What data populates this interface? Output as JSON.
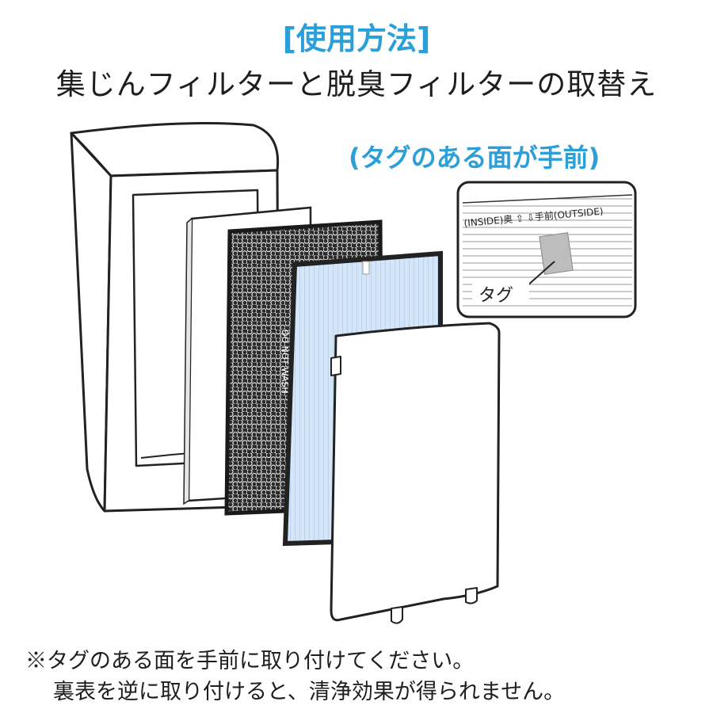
{
  "heading": "[使用方法]",
  "subheading": "集じんフィルターと脱臭フィルターの取替え",
  "tag_note": "(タグのある面が手前)",
  "callout": {
    "orientation_label": "(INSIDE)奥 ⇧ ⇩手前(OUTSIDE)",
    "tag_label": "タグ"
  },
  "carbon_filter_print": "DO NOT WASH",
  "notes": {
    "line1": "※タグのある面を手前に取り付けてください。",
    "line2": "裏表を逆に取り付けると、清浄効果が得られません。"
  },
  "colors": {
    "accent": "#2a9fd8",
    "carbon": "#2b2b2b",
    "hepa": "#cfe3f5"
  }
}
